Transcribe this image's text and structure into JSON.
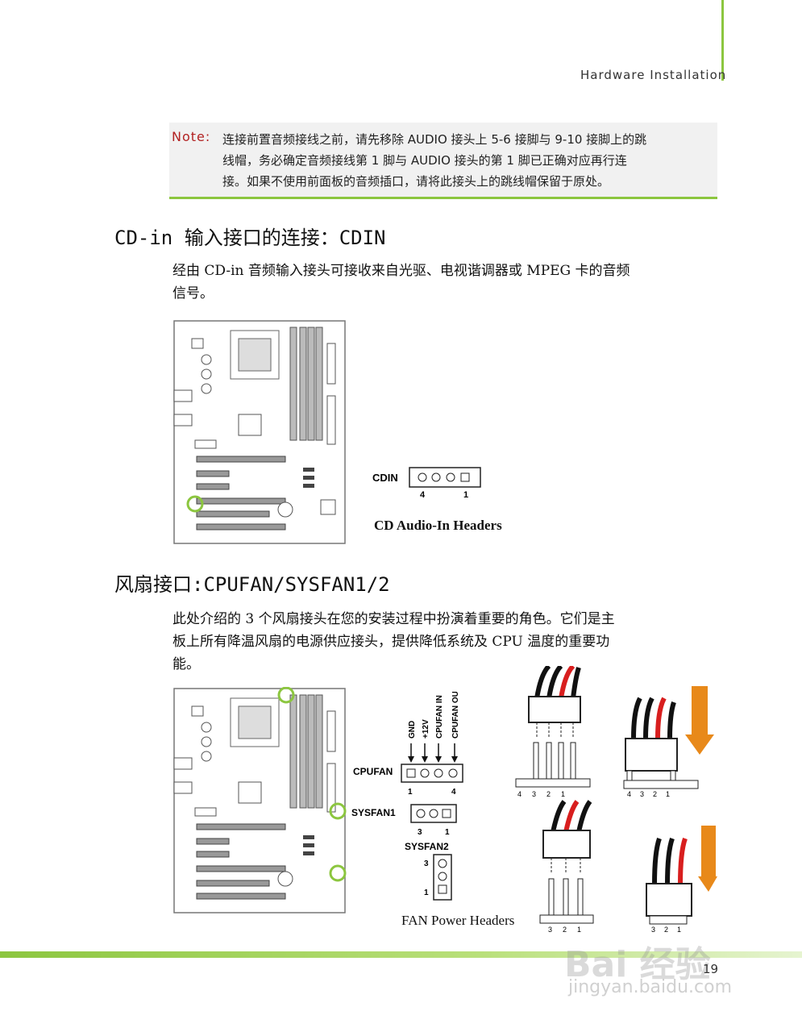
{
  "header": {
    "title": "Hardware Installation"
  },
  "note": {
    "label": "Note:",
    "lines": [
      "连接前置音频接线之前，请先移除 AUDIO 接头上 5-6 接脚与 9-10 接脚上的跳",
      "线帽，务必确定音频接线第 1 脚与 AUDIO 接头的第 1 脚已正确对应再行连",
      "接。如果不使用前面板的音频插口，请将此接头上的跳线帽保留于原处。"
    ]
  },
  "cdin_section": {
    "title": "CD-in 输入接口的连接：CDIN",
    "para_lines": [
      "经由 CD-in 音频输入接头可接收来自光驱、电视谐调器或 MPEG 卡的音频",
      "信号。"
    ],
    "header_label": "CDIN",
    "pin_left": "4",
    "pin_right": "1",
    "caption": "CD Audio-In Headers"
  },
  "fan_section": {
    "title": "风扇接口:CPUFAN/SYSFAN1/2",
    "para_lines": [
      "此处介绍的 3 个风扇接头在您的安装过程中扮演着重要的角色。它们是主",
      "板上所有降温风扇的电源供应接头，提供降低系统及 CPU 温度的重要功",
      "能。"
    ],
    "pin_signals": [
      "GND",
      "+12V",
      "CPUFAN IN",
      "CPUFAN OUT"
    ],
    "cpufan": {
      "label": "CPUFAN",
      "pin_left": "1",
      "pin_right": "4"
    },
    "sysfan1": {
      "label": "SYSFAN1",
      "pin_left": "3",
      "pin_right": "1"
    },
    "sysfan2": {
      "label": "SYSFAN2",
      "pin_top": "3",
      "pin_bottom": "1"
    },
    "caption": "FAN Power Headers",
    "connector_pins_4": [
      "4",
      "3",
      "2",
      "1"
    ],
    "connector_pins_3": [
      "3",
      "2",
      "1"
    ]
  },
  "footer": {
    "page_number": "19",
    "watermark_brand": "Bai 经验",
    "watermark_url": "jingyan.baidu.com"
  },
  "colors": {
    "accent_green": "#8cc63f",
    "note_label": "#b22222",
    "arrow_orange": "#e8891a",
    "wire_red": "#d81e1e"
  }
}
